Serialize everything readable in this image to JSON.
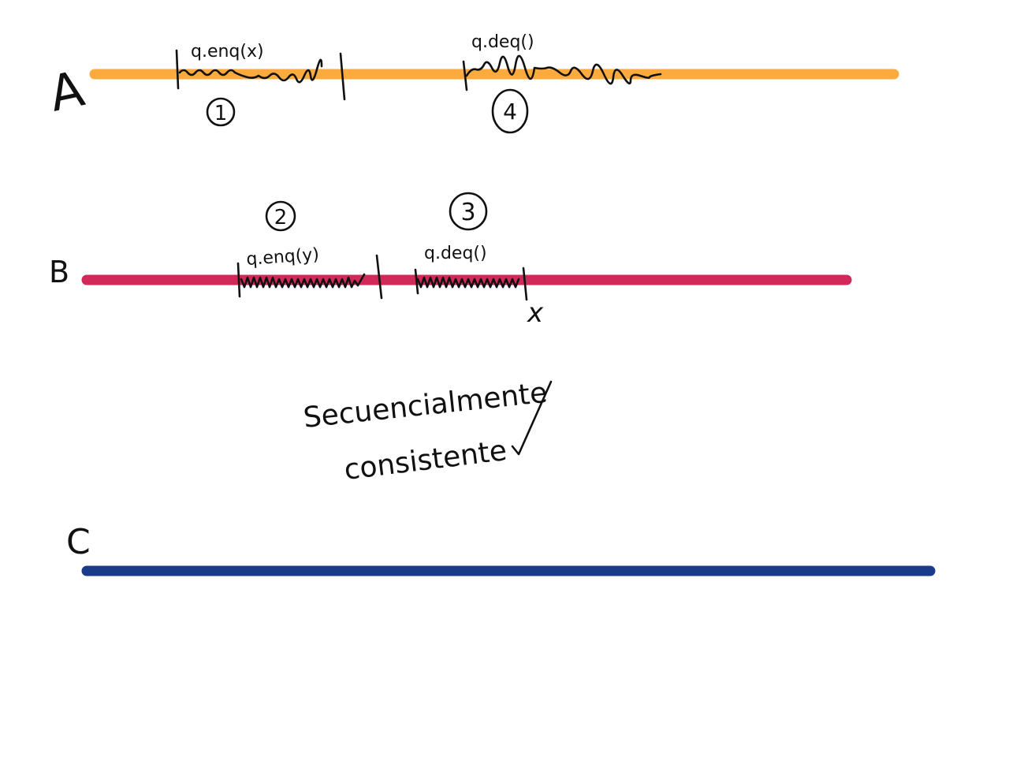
{
  "processes": [
    {
      "id": "A",
      "label": "A",
      "color": "#FBAA3E",
      "operations": [
        {
          "label": "q.enq(x)",
          "step": "1"
        },
        {
          "label": "q.deq()",
          "step": "4"
        }
      ]
    },
    {
      "id": "B",
      "label": "B",
      "color": "#D02A5A",
      "operations": [
        {
          "label": "q.enq(y)",
          "step": "2"
        },
        {
          "label": "q.deq()",
          "step": "3",
          "result": "x"
        }
      ]
    },
    {
      "id": "C",
      "label": "C",
      "color": "#1A3A8A",
      "operations": []
    }
  ],
  "verdict": {
    "line1": "Secuencialmente",
    "line2": "consistente",
    "mark": "check"
  }
}
